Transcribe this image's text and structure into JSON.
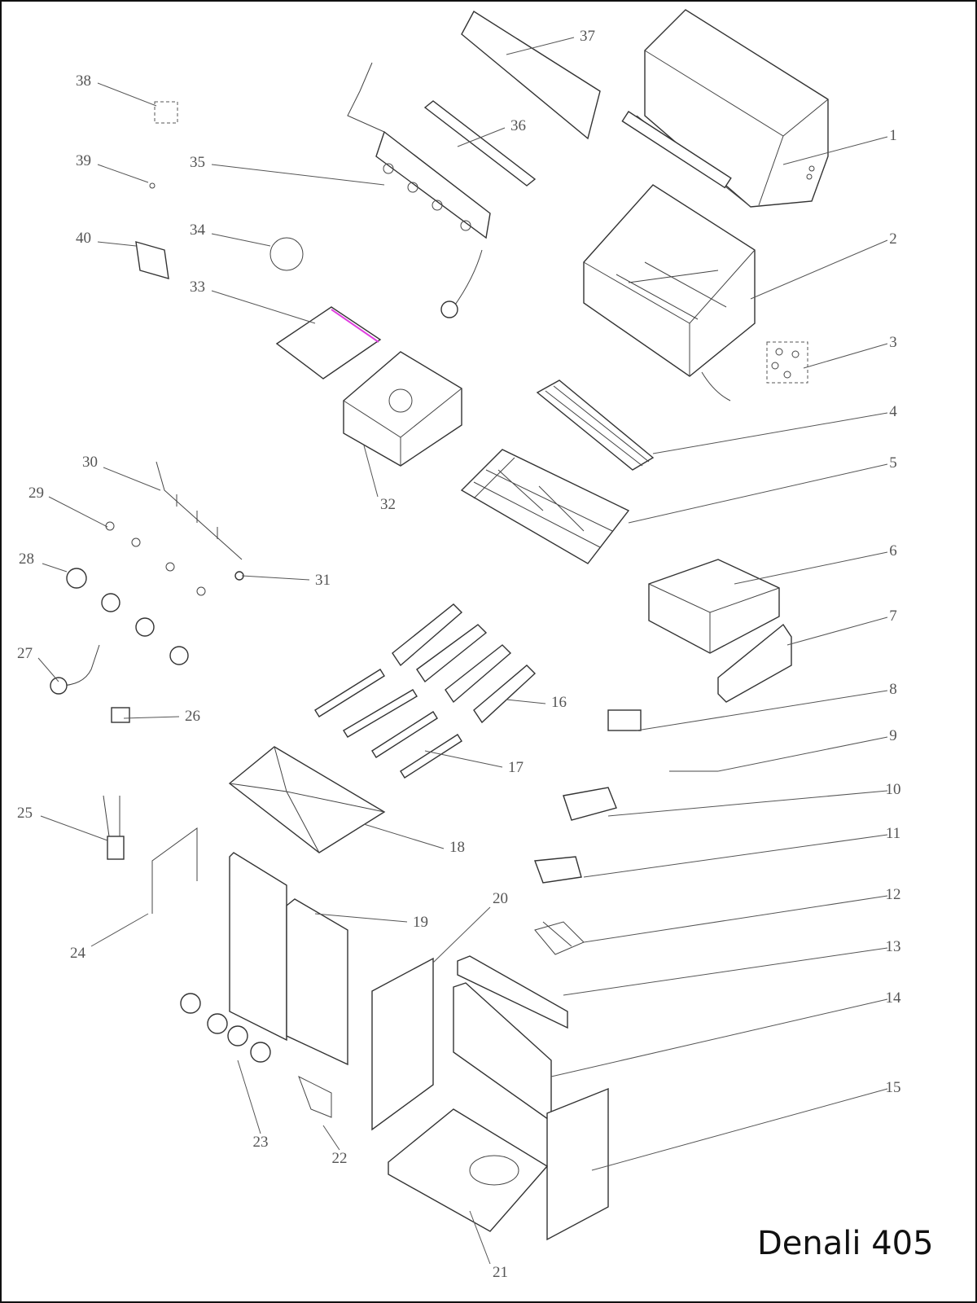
{
  "title": "Denali 405",
  "part_numbers": [
    "1",
    "2",
    "3",
    "4",
    "5",
    "6",
    "7",
    "8",
    "9",
    "10",
    "11",
    "12",
    "13",
    "14",
    "15",
    "16",
    "17",
    "18",
    "19",
    "20",
    "21",
    "22",
    "23",
    "24",
    "25",
    "26",
    "27",
    "28",
    "29",
    "30",
    "31",
    "32",
    "33",
    "34",
    "35",
    "36",
    "37",
    "38",
    "39",
    "40"
  ],
  "colors": {
    "line": "#333333",
    "highlight": "#e040e0"
  }
}
